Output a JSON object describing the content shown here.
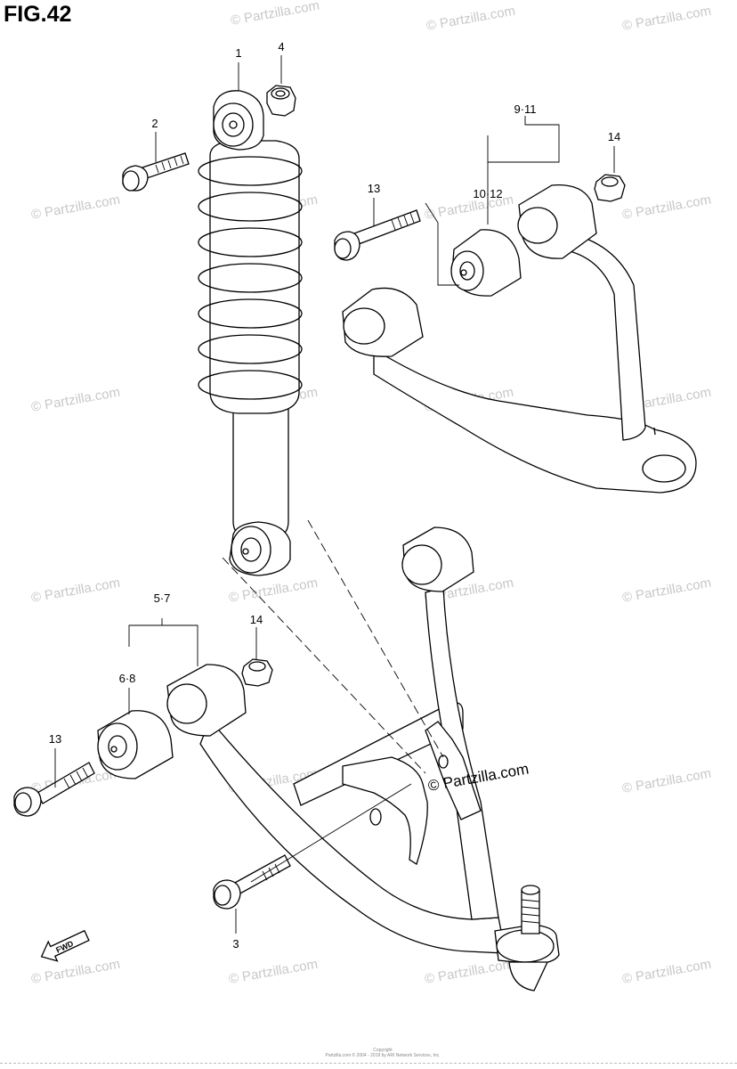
{
  "figure": {
    "title": "FIG.42"
  },
  "callouts": {
    "shock_absorber": "1",
    "upper_shock_bolt": "2",
    "lower_arm_bolt_3": "3",
    "upper_shock_nut": "4",
    "lower_arm_range": "5·7",
    "lower_bushing_range": "6·8",
    "upper_arm_range": "9·11",
    "upper_bushing_range": "10·12",
    "upper_bolt_13": "13",
    "lower_bolt_13": "13",
    "upper_nut_14": "14",
    "lower_nut_14": "14"
  },
  "watermark": {
    "text": "© Partzilla.com"
  },
  "fwd_label": "FWD",
  "copyright_note": {
    "line1": "Copyright",
    "line2": "Partzilla.com © 2004 - 2019 by ARI Network Services, Inc."
  },
  "colors": {
    "line": "#000000",
    "watermark": "#c8c8c8",
    "background": "#ffffff"
  }
}
